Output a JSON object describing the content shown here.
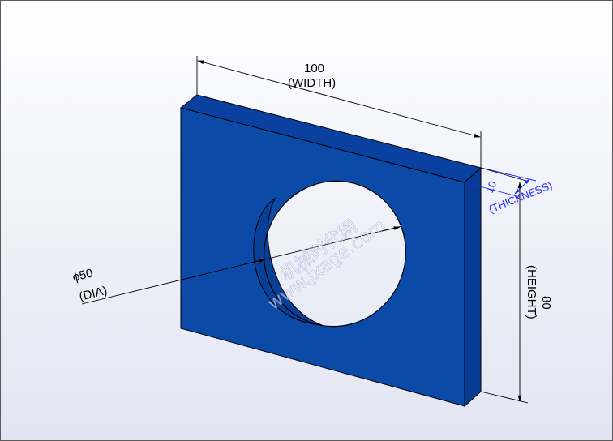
{
  "dimensions": {
    "width": {
      "value": "100",
      "label": "(WIDTH)"
    },
    "thickness": {
      "value": "10",
      "label": "(THICKNESS)"
    },
    "height": {
      "value": "80",
      "label": "(HEIGHT)"
    },
    "diameter": {
      "symbol": "ϕ",
      "value": "50",
      "label": "(DIA)"
    }
  },
  "watermark": {
    "line1": "机械时代网",
    "line2": "www.jxage.com"
  },
  "colors": {
    "face": "#0c4aa8",
    "face_top": "#0a40a0",
    "face_side": "#083b93",
    "edge": "#000000",
    "dimension_line": "#000000",
    "thickness_dimension": "#1f2cff"
  }
}
